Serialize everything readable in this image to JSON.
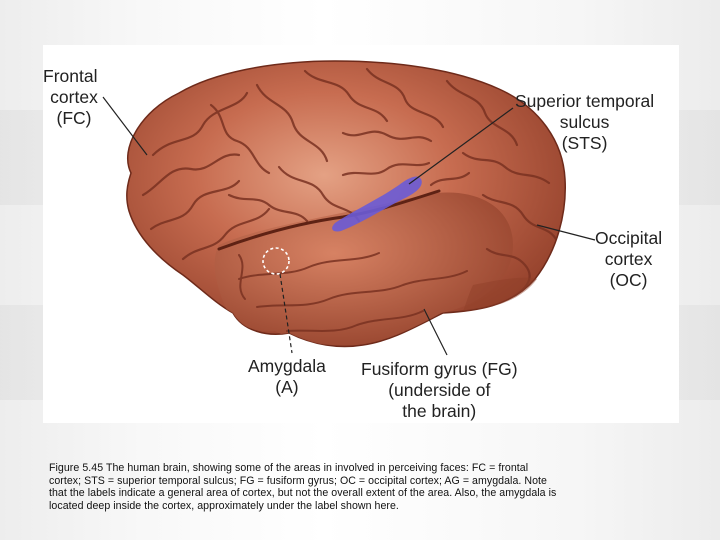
{
  "figure": {
    "labels": {
      "frontal": [
        "Frontal",
        "cortex",
        "(FC)"
      ],
      "sts": [
        "Superior temporal",
        "sulcus",
        "(STS)"
      ],
      "occipital": [
        "Occipital",
        "cortex",
        "(OC)"
      ],
      "amygdala": [
        "Amygdala",
        "(A)"
      ],
      "fusiform": [
        "Fusiform gyrus (FG)",
        "(underside of",
        "the brain)"
      ]
    },
    "colors": {
      "brain_fill": "#c0654a",
      "brain_highlight": "#e09a7c",
      "sulcus": "#7a3222",
      "sts_highlight": "#6a5bd6",
      "leader_line": "#222222"
    }
  },
  "caption": {
    "lines": [
      "Figure 5.45 The human brain, showing some of the areas in involved in perceiving faces: FC = frontal",
      "cortex; STS = superior temporal sulcus; FG = fusiform gyrus; OC = occipital cortex; AG = amygdala. Note",
      "that the labels indicate a general area of cortex, but not the overall extent of the area. Also, the amygdala is",
      "located deep inside the cortex, approximately under the label shown here."
    ]
  }
}
